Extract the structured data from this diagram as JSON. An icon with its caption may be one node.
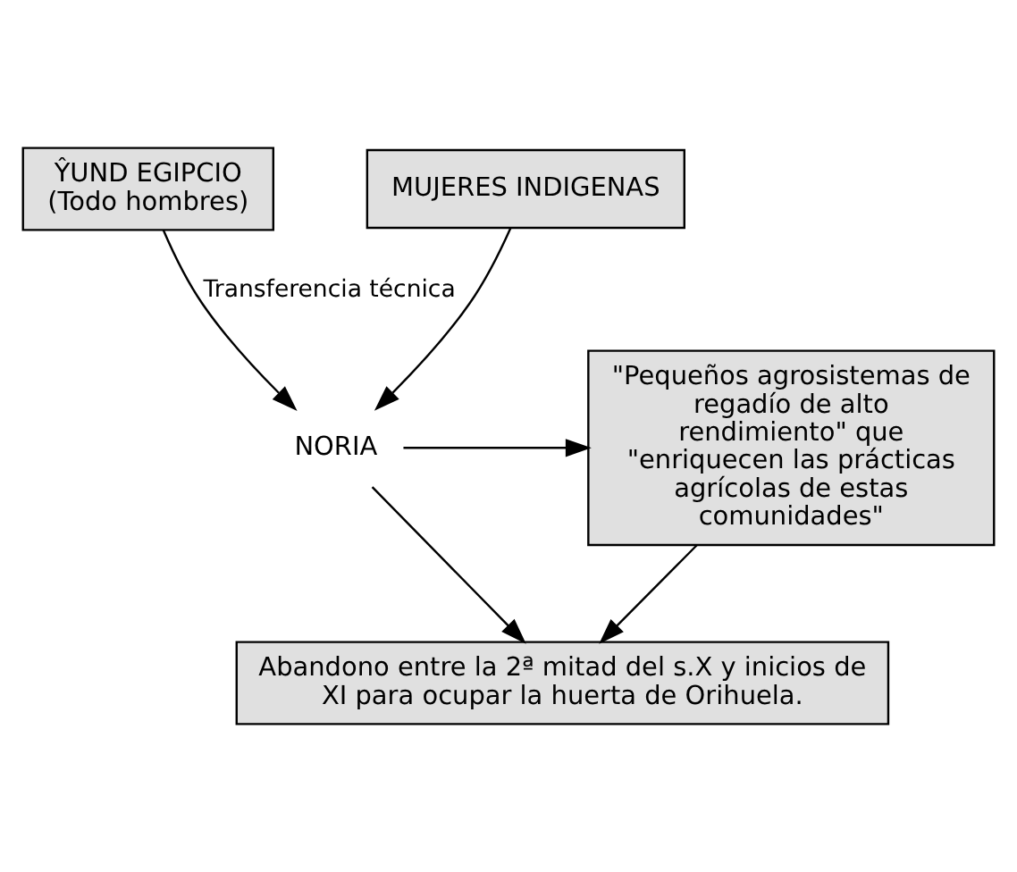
{
  "diagram": {
    "nodes": [
      {
        "text": [
          "ŶUND EGIPCIO",
          "(Todo hombres)"
        ]
      },
      {
        "text": [
          "MUJERES INDIGENAS"
        ]
      },
      {
        "text": [
          "NORIA"
        ]
      },
      {
        "text": [
          "\"Pequeños agrosistemas de regadío de alto rendimiento\" que \"enriquecen las prácticas agrícolas de estas comunidades\""
        ]
      },
      {
        "text": [
          "Abandono entre la 2ª mitad del s.X y inicios de XI para ocupar la huerta de Orihuela."
        ]
      }
    ],
    "edges": [
      {
        "from": 0,
        "to": 2,
        "arrow": "to",
        "label": "Transferencia técnica"
      },
      {
        "from": 1,
        "to": 2,
        "arrow": "to"
      },
      {
        "from": 2,
        "to": 3,
        "arrow": "to"
      },
      {
        "from": 2,
        "to": 4,
        "arrow": "to"
      },
      {
        "from": 3,
        "to": 4,
        "arrow": "to"
      }
    ]
  }
}
